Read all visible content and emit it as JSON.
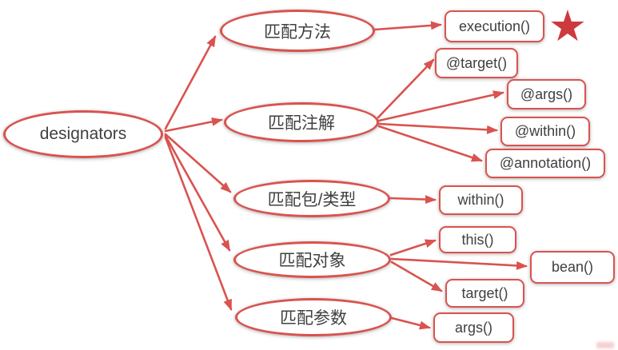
{
  "diagram": {
    "root": {
      "label": "designators"
    },
    "branches": [
      {
        "label": "匹配方法",
        "children": [
          "execution()"
        ]
      },
      {
        "label": "匹配注解",
        "children": [
          "@target()",
          "@args()",
          "@within()",
          "@annotation()"
        ]
      },
      {
        "label": "匹配包/类型",
        "children": [
          "within()"
        ]
      },
      {
        "label": "匹配对象",
        "children": [
          "this()",
          "bean()",
          "target()"
        ]
      },
      {
        "label": "匹配参数",
        "children": [
          "args()"
        ]
      }
    ],
    "star_icon": "★",
    "colors": {
      "accent_red": "#d9534f",
      "star_red": "#cd3a3e",
      "text_dark": "#3f4040",
      "background": "#ffffff"
    }
  }
}
